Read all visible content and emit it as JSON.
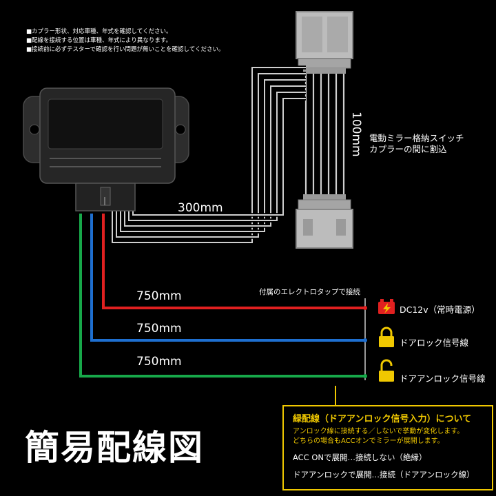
{
  "notes": [
    "■カプラー形状、対応車種、年式を確認してください。",
    "■配線を接続する位置は車種、年式により異なります。",
    "■接続前に必ずテスターで確認を行い問題が無いことを確認してください。"
  ],
  "lengths": {
    "harness_main": "300mm",
    "connector_side": "100mm",
    "red_wire": "750mm",
    "blue_wire": "750mm",
    "green_wire": "750mm"
  },
  "switch_label": [
    "電動ミラー格納スイッチ",
    "カプラーの間に割込"
  ],
  "electrotap_label": "付属のエレクトロタップで接続",
  "signals": {
    "red": "DC12v（常時電源）",
    "blue": "ドアロック信号線",
    "green": "ドアアンロック信号線"
  },
  "title": "簡易配線図",
  "info": {
    "heading": "緑配線（ドアアンロック信号入力）について",
    "sub": [
      "アンロック線に接続する／しないで挙動が変化します。",
      "どちらの場合もACCオンでミラーが展開します。"
    ],
    "lines": [
      "ACC ONで展開…接続しない（絶縁）",
      "ドアアンロックで展開…接続（ドアアンロック線）"
    ]
  },
  "colors": {
    "red": "#e02020",
    "blue": "#1e6fd0",
    "green": "#17a84a",
    "yellow": "#f0c800",
    "bundle": "#cfcfcf",
    "gray_line": "#9a9a9a"
  },
  "icons": [
    "power-supply-icon",
    "padlock-locked-icon",
    "padlock-unlocked-icon"
  ]
}
